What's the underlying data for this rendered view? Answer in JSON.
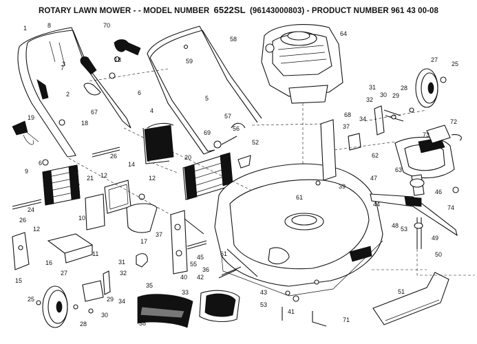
{
  "header": {
    "title_prefix": "ROTARY LAWN MOWER - - MODEL NUMBER",
    "model_number": "6522SL",
    "model_code": "(96143000803)",
    "product_label": "- PRODUCT NUMBER",
    "product_number": "961 43 00-08"
  },
  "callouts": [
    "1",
    "8",
    "70",
    "64",
    "58",
    "3",
    "7",
    "59",
    "18",
    "2",
    "5",
    "6",
    "27",
    "25",
    "67",
    "4",
    "31",
    "32",
    "30",
    "29",
    "28",
    "19",
    "18",
    "69",
    "57",
    "56",
    "68",
    "37",
    "34",
    "72",
    "52",
    "20",
    "73",
    "6",
    "26",
    "14",
    "9",
    "21",
    "12",
    "12",
    "62",
    "63",
    "47",
    "46",
    "74",
    "39",
    "61",
    "24",
    "26",
    "44",
    "17",
    "12",
    "10",
    "37",
    "53",
    "48",
    "49",
    "11",
    "50",
    "16",
    "55",
    "45",
    "61",
    "15",
    "31",
    "36",
    "42",
    "40",
    "27",
    "32",
    "43",
    "35",
    "33",
    "34",
    "53",
    "41",
    "25",
    "29",
    "30",
    "51",
    "28",
    "38",
    "71"
  ]
}
